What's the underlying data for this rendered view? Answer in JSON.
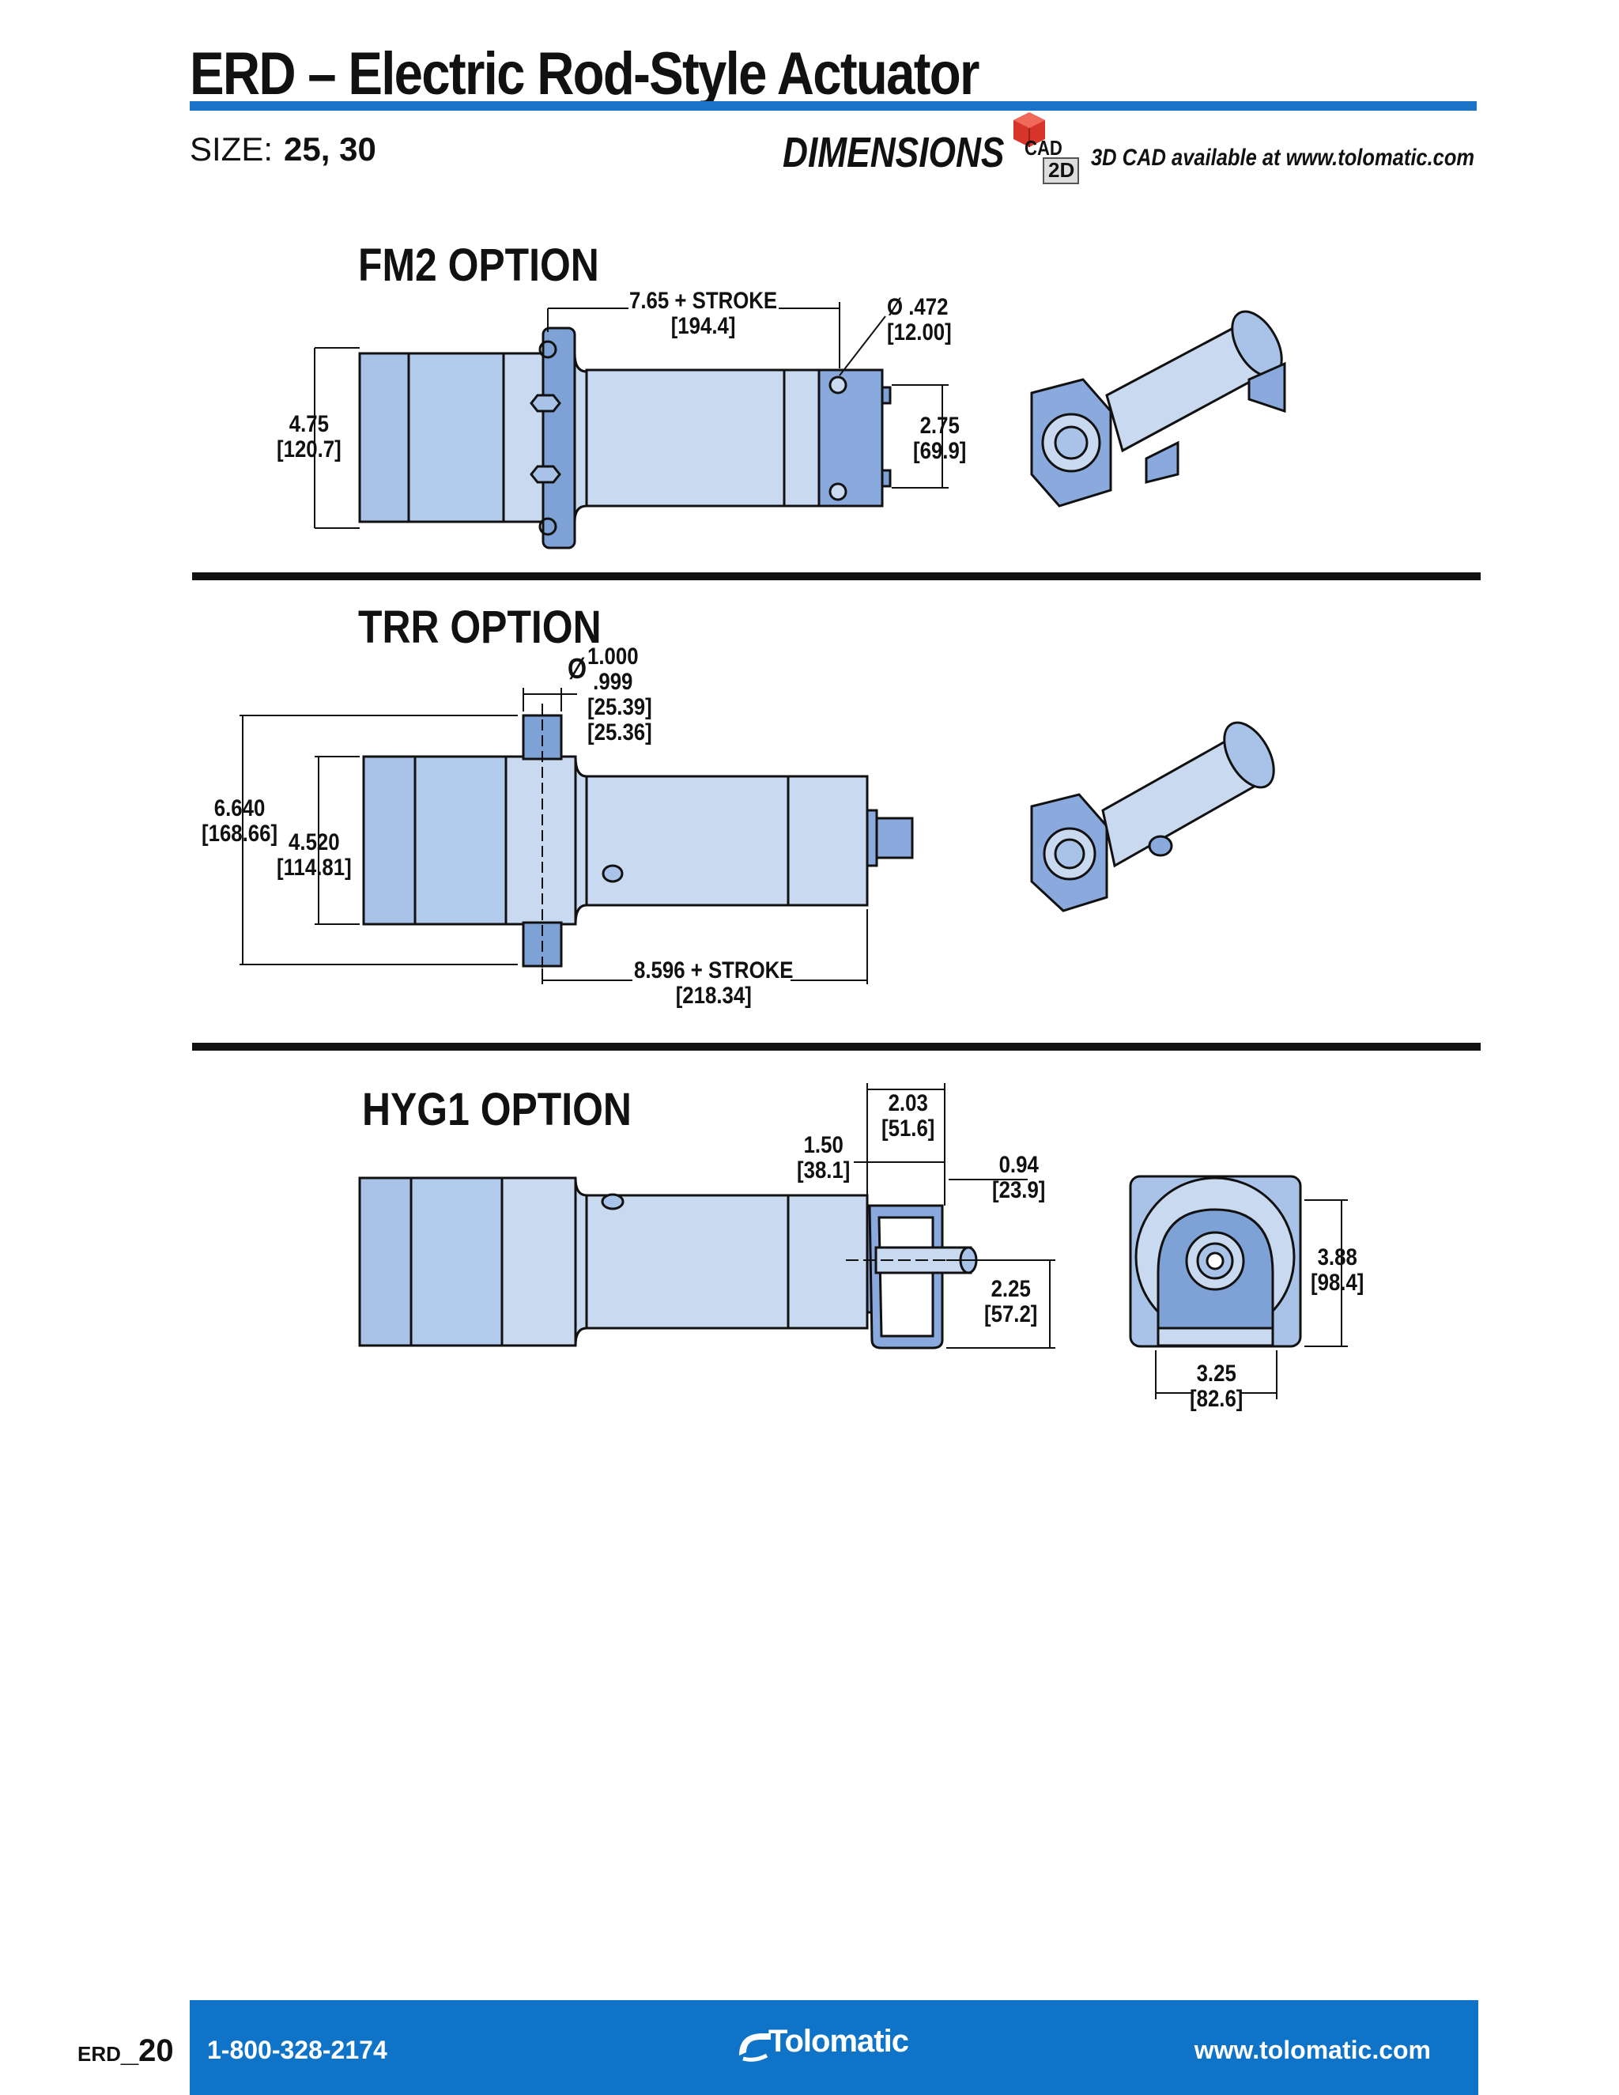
{
  "header": {
    "title": "ERD – Electric Rod-Style Actuator",
    "size_label": "SIZE:",
    "size_value": "25, 30",
    "section": "DIMENSIONS",
    "cad_badge": "CAD",
    "cad_badge_sub": "2D",
    "cad_note": "3D CAD available at www.tolomatic.com"
  },
  "fm2": {
    "title": "FM2 OPTION",
    "dim_stroke": "7.65 + STROKE",
    "dim_stroke_mm": "[194.4]",
    "dim_hole": "Ø .472",
    "dim_hole_mm": "[12.00]",
    "dim_height": "4.75",
    "dim_height_mm": "[120.7]",
    "dim_spacing": "2.75",
    "dim_spacing_mm": "[69.9]"
  },
  "trr": {
    "title": "TRR OPTION",
    "dim_dia_symbol": "Ø",
    "dim_dia_max": "1.000",
    "dim_dia_min": ".999",
    "dim_dia_max_mm": "[25.39]",
    "dim_dia_min_mm": "[25.36]",
    "dim_overall": "6.640",
    "dim_overall_mm": "[168.66]",
    "dim_body": "4.520",
    "dim_body_mm": "[114.81]",
    "dim_stroke": "8.596 + STROKE",
    "dim_stroke_mm": "[218.34]"
  },
  "hyg1": {
    "title": "HYG1 OPTION",
    "dim_a": "2.03",
    "dim_a_mm": "[51.6]",
    "dim_b": "1.50",
    "dim_b_mm": "[38.1]",
    "dim_c": "0.94",
    "dim_c_mm": "[23.9]",
    "dim_d": "2.25",
    "dim_d_mm": "[57.2]",
    "dim_e": "3.88",
    "dim_e_mm": "[98.4]",
    "dim_f": "3.25",
    "dim_f_mm": "[82.6]"
  },
  "footer": {
    "page_prefix": "ERD",
    "page_number": "_20",
    "phone": "1-800-328-2174",
    "brand": "Tolomatic",
    "website": "www.tolomatic.com"
  },
  "colors": {
    "accent": "#1a73c6",
    "footer_bg": "#0f74c7",
    "part_light": "#c9daf0",
    "part_mid": "#a9c3e8",
    "part_dark": "#7fa2d6"
  }
}
